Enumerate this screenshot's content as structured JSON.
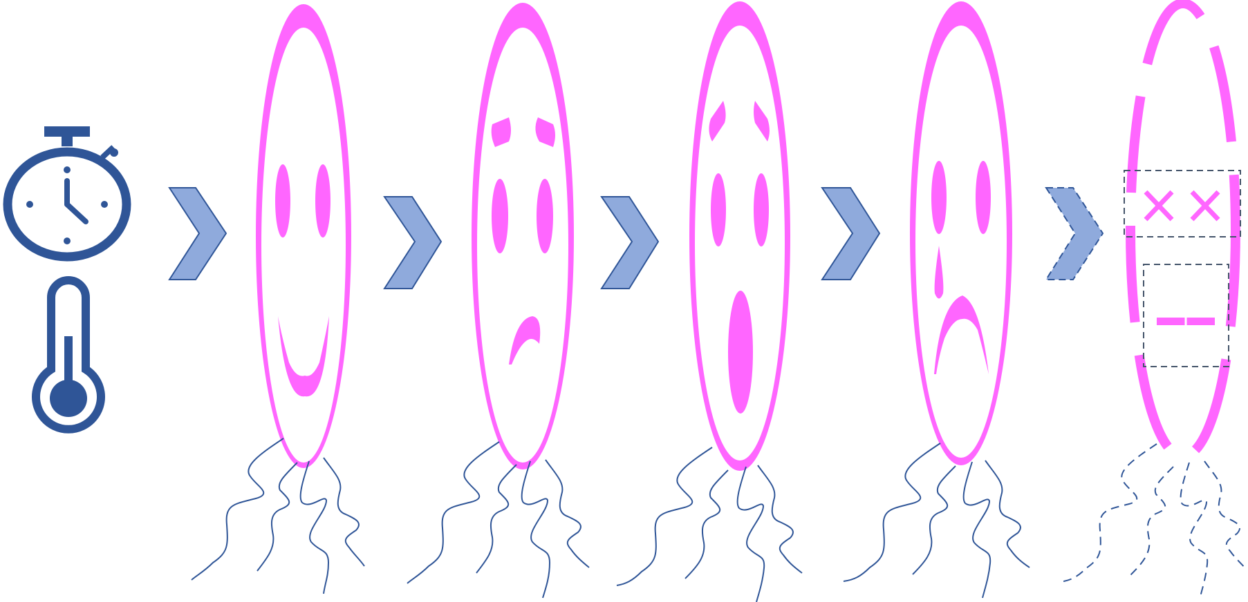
{
  "colors": {
    "face": "#ff66ff",
    "line": "#2f5597",
    "chevron_fill": "#8faadc",
    "icon": "#2f5597",
    "background": "#ffffff"
  },
  "icons": [
    "stopwatch-icon",
    "thermometer-icon"
  ],
  "stages": [
    {
      "name": "smile-stage",
      "expression": "happy",
      "status": "alive"
    },
    {
      "name": "worried-stage",
      "expression": "worried",
      "status": "alive"
    },
    {
      "name": "shocked-stage",
      "expression": "shocked",
      "status": "alive"
    },
    {
      "name": "sad-stage",
      "expression": "sad-with-tear",
      "status": "alive"
    },
    {
      "name": "dead-stage",
      "expression": "dead",
      "status": "dead",
      "dashed": true
    }
  ],
  "arrows": 5,
  "flagella_per_cell": 4
}
